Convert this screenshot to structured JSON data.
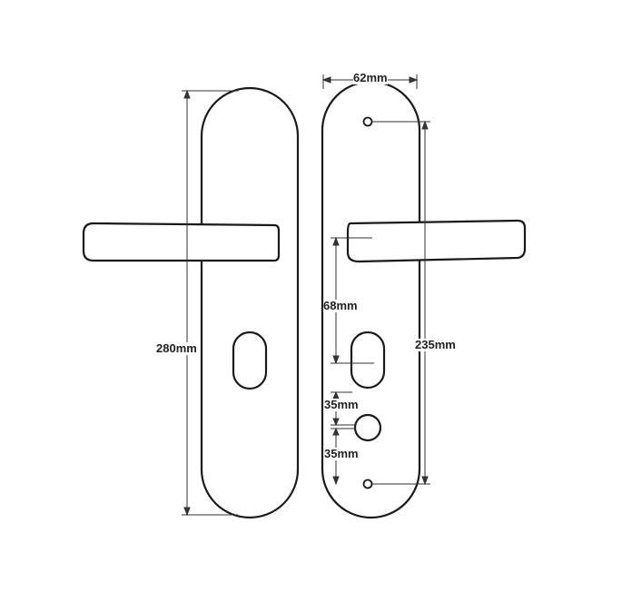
{
  "colors": {
    "background": "#ffffff",
    "line": "#1a1a1a",
    "dimension_line": "#333333",
    "label": "#222222"
  },
  "front_view": {
    "height_label": "280mm"
  },
  "back_view": {
    "width_label": "62mm",
    "screw_span_label": "235mm",
    "handle_to_keyhole_label": "68mm",
    "keyhole_to_hole_label": "35mm",
    "hole_to_screw_label": "35mm"
  }
}
